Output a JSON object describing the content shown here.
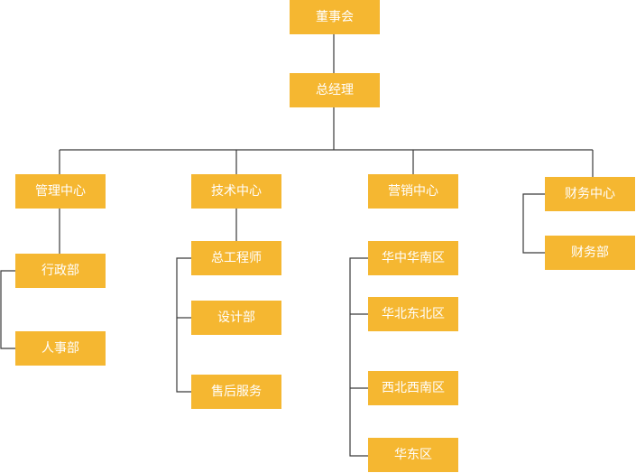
{
  "colors": {
    "node_fill": "#f5b731",
    "node_text": "#ffffff",
    "connector": "#3a3a3a",
    "background": "#ffffff"
  },
  "org": {
    "board": "董事会",
    "general_manager": "总经理",
    "departments": [
      {
        "label": "管理中心",
        "children": [
          "行政部",
          "人事部"
        ]
      },
      {
        "label": "技术中心",
        "children": [
          "总工程师",
          "设计部",
          "售后服务"
        ]
      },
      {
        "label": "营销中心",
        "children": [
          "华中华南区",
          "华北东北区",
          "西北西南区",
          "华东区"
        ]
      },
      {
        "label": "财务中心",
        "children": [
          "财务部"
        ]
      }
    ]
  }
}
